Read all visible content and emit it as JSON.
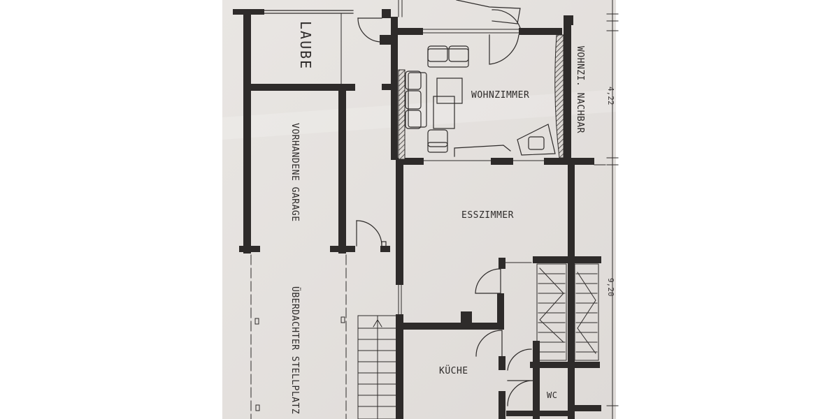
{
  "plan": {
    "rooms": {
      "laube": "LAUBE",
      "wohnzimmer": "WOHNZIMMER",
      "wohnzimmer_nachbar": "WOHNZI. NACHBAR",
      "garage": "VORHANDENE GARAGE",
      "esszimmer": "ESSZIMMER",
      "stellplatz": "ÜBERDACHTER STELLPLATZ",
      "kueche": "KÜCHE",
      "wc": "WC"
    },
    "dimensions": {
      "d1": "4,22",
      "d2": "9,20"
    },
    "colors": {
      "paper": "#e7e4e1",
      "ink": "#2e2b2a"
    }
  }
}
